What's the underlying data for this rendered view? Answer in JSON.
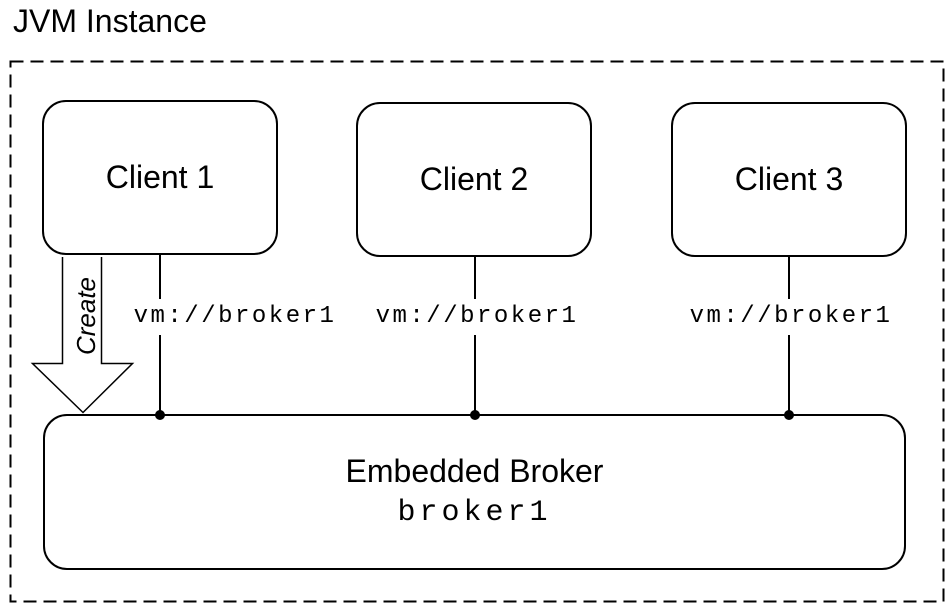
{
  "diagram_title": "JVM Instance",
  "clients": [
    {
      "label": "Client 1",
      "connection_label": "vm://broker1"
    },
    {
      "label": "Client 2",
      "connection_label": "vm://broker1"
    },
    {
      "label": "Client 3",
      "connection_label": "vm://broker1"
    }
  ],
  "create_arrow_label": "Create",
  "broker": {
    "title": "Embedded Broker",
    "name": "broker1"
  },
  "colors": {
    "stroke": "#000000",
    "fill": "#000000",
    "arrow_fill": "#ffffff",
    "background": "#ffffff",
    "text": "#000000"
  }
}
